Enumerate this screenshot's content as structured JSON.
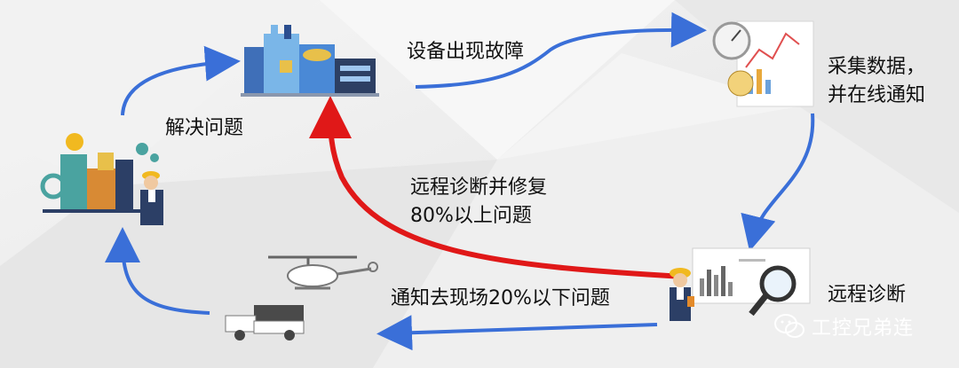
{
  "labels": {
    "device_fault": "设备出现故障",
    "collect_data_1": "采集数据，",
    "collect_data_2": "并在线通知",
    "remote_diag": "远程诊断",
    "remote_repair_1": "远程诊断并修复",
    "remote_repair_2": "80%以上问题",
    "onsite": "通知去现场20%以下问题",
    "solve": "解决问题"
  },
  "watermark": "工控兄弟连",
  "colors": {
    "flow_arrow": "#3a6fd8",
    "main_arrow": "#e01818"
  },
  "icons": [
    "factory-icon",
    "data-report-icon",
    "diagnosis-monitor-icon",
    "engineer-icon",
    "helicopter-icon",
    "truck-icon",
    "industrial-plant-icon",
    "wechat-icon"
  ]
}
